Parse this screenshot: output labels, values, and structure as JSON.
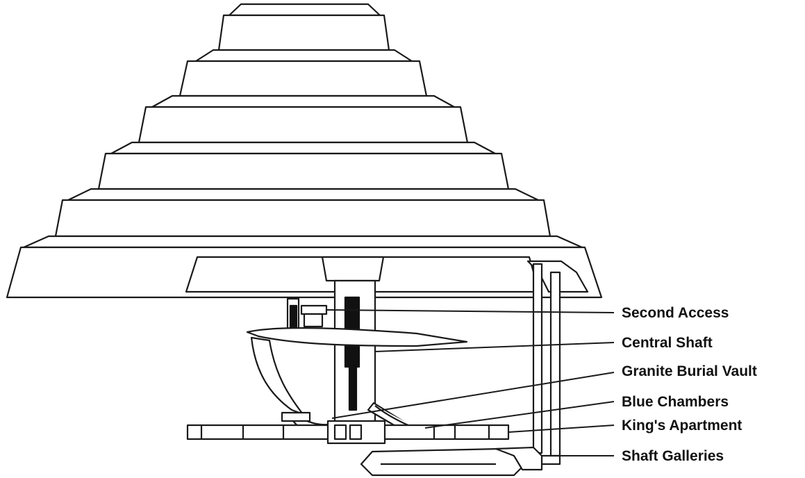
{
  "colors": {
    "line": "#1a1a1a",
    "fill": "#ffffff",
    "dark": "#111111"
  },
  "labels": [
    {
      "id": "second-access",
      "text": "Second Access"
    },
    {
      "id": "central-shaft",
      "text": "Central Shaft"
    },
    {
      "id": "granite-burial-vault",
      "text": "Granite Burial Vault"
    },
    {
      "id": "blue-chambers",
      "text": "Blue Chambers"
    },
    {
      "id": "kings-apartment",
      "text": "King's Apartment"
    },
    {
      "id": "shaft-galleries",
      "text": "Shaft Galleries"
    }
  ]
}
